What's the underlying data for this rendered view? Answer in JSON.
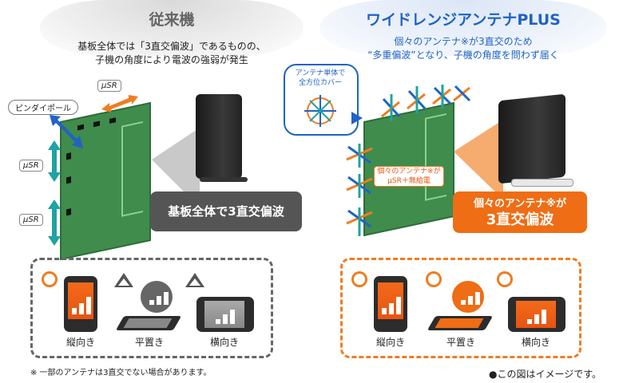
{
  "left": {
    "title": "従来機",
    "desc_line1": "基板全体では「3直交偏波」であるものの、",
    "desc_line2": "子機の角度により電波の強弱が発生",
    "tag_dipole": "ピンダイポール",
    "usr_labels": [
      "μSR",
      "μSR",
      "μSR"
    ],
    "callout": "基板全体で3直交偏波",
    "devices": [
      {
        "label": "縦向き",
        "mark": "circle"
      },
      {
        "label": "平置き",
        "mark": "triangle"
      },
      {
        "label": "横向き",
        "mark": "triangle"
      }
    ],
    "footnote": "※ 一部のアンテナは3直交でない場合があります。"
  },
  "right": {
    "title": "ワイドレンジアンテナPLUS",
    "desc_line1": "個々のアンテナ※が3直交のため",
    "desc_line2": "“多重偏波”となり、子機の角度を問わず届く",
    "omni_line1": "アンテナ単体で",
    "omni_line2": "全方位カバー",
    "board_label_line1": "個々のアンテナ※が",
    "board_label_line2": "μSR＋無給電",
    "callout_line1": "個々のアンテナ※が",
    "callout_line2": "3直交偏波",
    "devices": [
      {
        "label": "縦向き",
        "mark": "circle"
      },
      {
        "label": "平置き",
        "mark": "circle"
      },
      {
        "label": "横向き",
        "mark": "circle"
      }
    ],
    "image_note": "●この図はイメージです。"
  },
  "colors": {
    "accent_orange": "#f07c1f",
    "accent_blue": "#1f63c6",
    "teal": "#1fa3a3",
    "board_green": "#3f8c4c",
    "callout_gray": "#555555",
    "callout_orange": "#ef6d14"
  },
  "icons": [
    "signal-bars-icon",
    "antenna-icon",
    "double-arrow-icon"
  ]
}
